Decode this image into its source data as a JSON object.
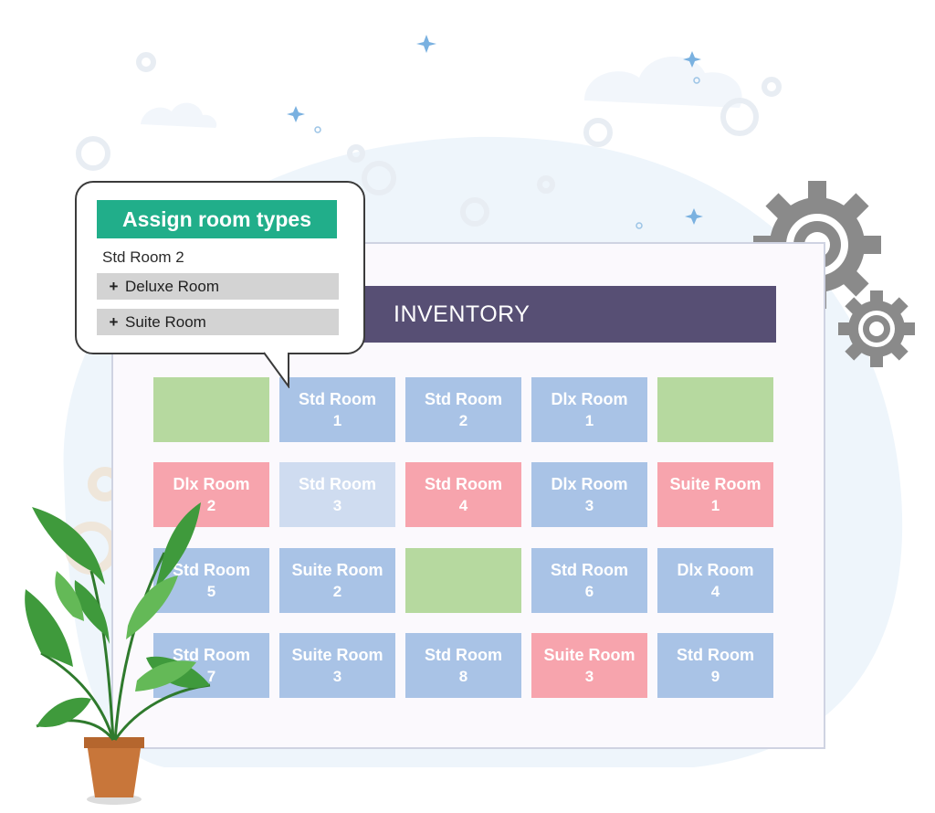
{
  "popup": {
    "title": "Assign room types",
    "current": "Std Room 2",
    "options": [
      {
        "icon": "plus-icon",
        "symbol": "+",
        "label": "Deluxe Room"
      },
      {
        "icon": "plus-icon",
        "symbol": "+",
        "label": "Suite Room"
      }
    ]
  },
  "inventory": {
    "title": "INVENTORY",
    "rows": [
      [
        {
          "status": "available",
          "name": "",
          "num": ""
        },
        {
          "status": "assigned",
          "name": "Std Room",
          "num": "1"
        },
        {
          "status": "assigned",
          "name": "Std Room",
          "num": "2"
        },
        {
          "status": "assigned",
          "name": "Dlx Room",
          "num": "1"
        },
        {
          "status": "available",
          "name": "",
          "num": ""
        }
      ],
      [
        {
          "status": "occupied",
          "name": "Dlx Room",
          "num": "2"
        },
        {
          "status": "selected",
          "name": "Std Room",
          "num": "3"
        },
        {
          "status": "occupied",
          "name": "Std Room",
          "num": "4"
        },
        {
          "status": "assigned",
          "name": "Dlx Room",
          "num": "3"
        },
        {
          "status": "occupied",
          "name": "Suite Room",
          "num": "1"
        }
      ],
      [
        {
          "status": "assigned",
          "name": "Std Room",
          "num": "5"
        },
        {
          "status": "assigned",
          "name": "Suite Room",
          "num": "2"
        },
        {
          "status": "available",
          "name": "",
          "num": ""
        },
        {
          "status": "assigned",
          "name": "Std Room",
          "num": "6"
        },
        {
          "status": "assigned",
          "name": "Dlx Room",
          "num": "4"
        }
      ],
      [
        {
          "status": "assigned",
          "name": "Std Room",
          "num": "7"
        },
        {
          "status": "assigned",
          "name": "Suite Room",
          "num": "3"
        },
        {
          "status": "assigned",
          "name": "Std Room",
          "num": "8"
        },
        {
          "status": "occupied",
          "name": "Suite Room",
          "num": "3"
        },
        {
          "status": "assigned",
          "name": "Std Room",
          "num": "9"
        }
      ]
    ]
  },
  "colors": {
    "header": "#574f74",
    "popup_title": "#21ae8a",
    "available": "#b6d99f",
    "assigned": "#a9c3e6",
    "occupied": "#f7a4ad",
    "selected": "#cfdcf0",
    "gear": "#8a8a8a",
    "plant_leaf": "#3f9a3c",
    "pot": "#c8763a"
  },
  "decor": [
    "cloud-icon",
    "gear-icon",
    "sparkle-icon",
    "plant-icon"
  ]
}
